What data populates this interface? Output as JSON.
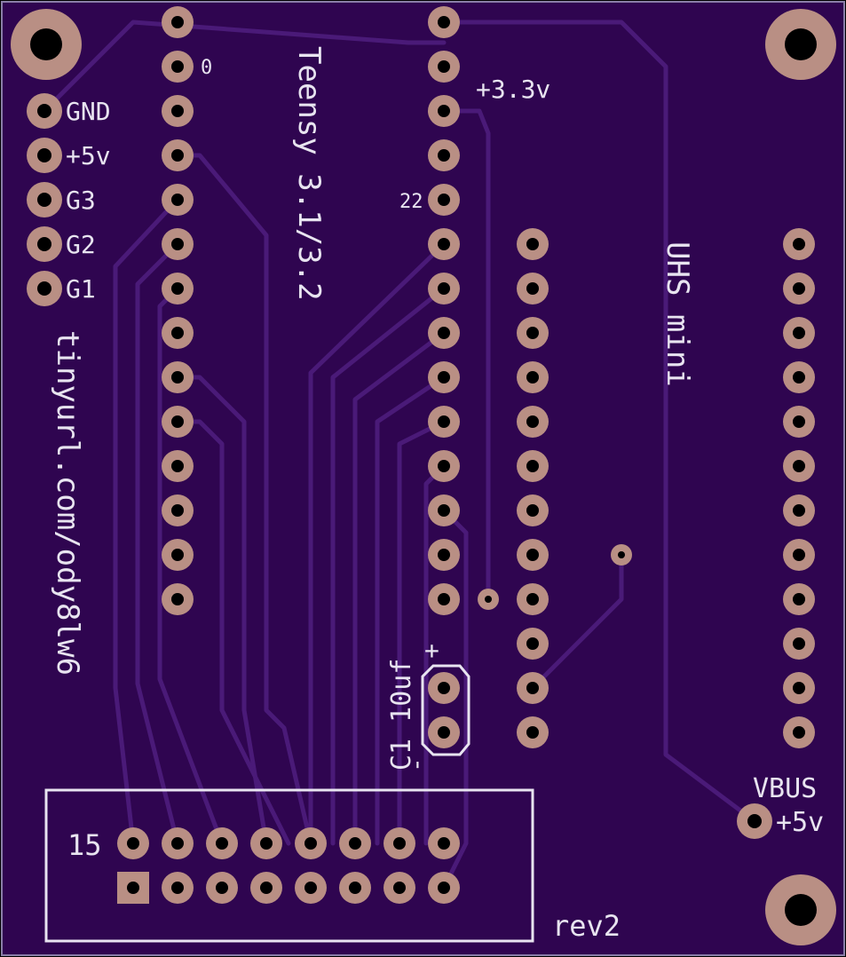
{
  "colors": {
    "board": "#2f0550",
    "trace": "#4a1a78",
    "pad": "#b98f84",
    "hole": "#000000",
    "silk": "#e8e4f0"
  },
  "labels": {
    "teensy": "Teensy 3.1/3.2",
    "uhs": "UHS mini",
    "url": "tinyurl.com/ody8lw6",
    "cap": "C1 10uf",
    "cap_plus": "+",
    "cap_minus": "-",
    "rev": "rev2",
    "pin0": "0",
    "pin22": "22",
    "v33": "+3.3v",
    "vbus": "VBUS",
    "v5_right": "+5v",
    "header_num": "15"
  },
  "header_labels": [
    "GND",
    "+5v",
    "G3",
    "G2",
    "G1"
  ]
}
